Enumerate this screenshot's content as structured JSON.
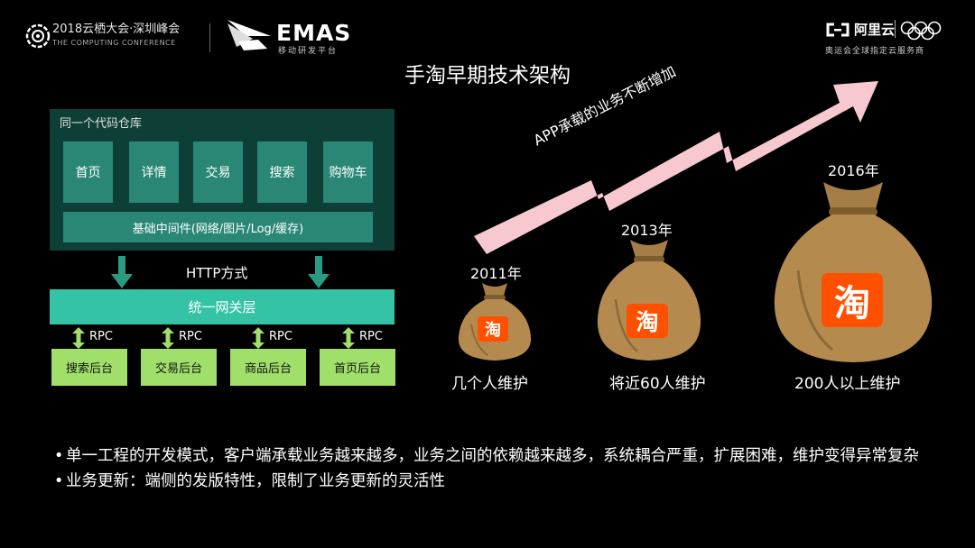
{
  "header": {
    "event_title": "2018云栖大会·深圳峰会",
    "event_subtitle": "THE COMPUTING CONFERENCE",
    "platform_name": "EMAS",
    "platform_subtitle": "移动研发平台",
    "sponsor_name": "阿里云",
    "sponsor_subtitle": "奥运会全球指定云服务商"
  },
  "slide": {
    "title": "手淘早期技术架构"
  },
  "architecture": {
    "repo_label": "同一个代码仓库",
    "modules": [
      "首页",
      "详情",
      "交易",
      "搜索",
      "购物车"
    ],
    "middleware": "基础中间件(网络/图片/Log/缓存)",
    "transport": "HTTP方式",
    "gateway": "统一网关层",
    "rpc_label": "RPC",
    "backends": [
      "搜索后台",
      "交易后台",
      "商品后台",
      "首页后台"
    ]
  },
  "growth": {
    "arrow_label": "APP承载的业务不断增加",
    "stages": [
      {
        "year": "2011年",
        "caption": "几个人维护",
        "logo": "淘"
      },
      {
        "year": "2013年",
        "caption": "将近60人维护",
        "logo": "淘"
      },
      {
        "year": "2016年",
        "caption": "200人以上维护",
        "logo": "淘"
      }
    ]
  },
  "bullets": [
    "单一工程的开发模式，客户端承载业务越来越多，业务之间的依赖越来越多，系统耦合严重，扩展困难，维护变得异常复杂",
    "业务更新：端侧的发版特性，限制了业务更新的灵活性"
  ],
  "colors": {
    "repo_bg": "#0e3f36",
    "module_bg": "#2a8775",
    "gateway_bg": "#35c3a6",
    "backend_bg": "#a0e06a",
    "arrow_fill": "#f7c8cf",
    "taobao_orange": "#ff5000",
    "sack": "#b48a4e"
  },
  "icons": [
    "computing-conference-logo-icon",
    "emas-bird-logo-icon",
    "aliyun-logo-icon",
    "olympic-rings-icon"
  ]
}
